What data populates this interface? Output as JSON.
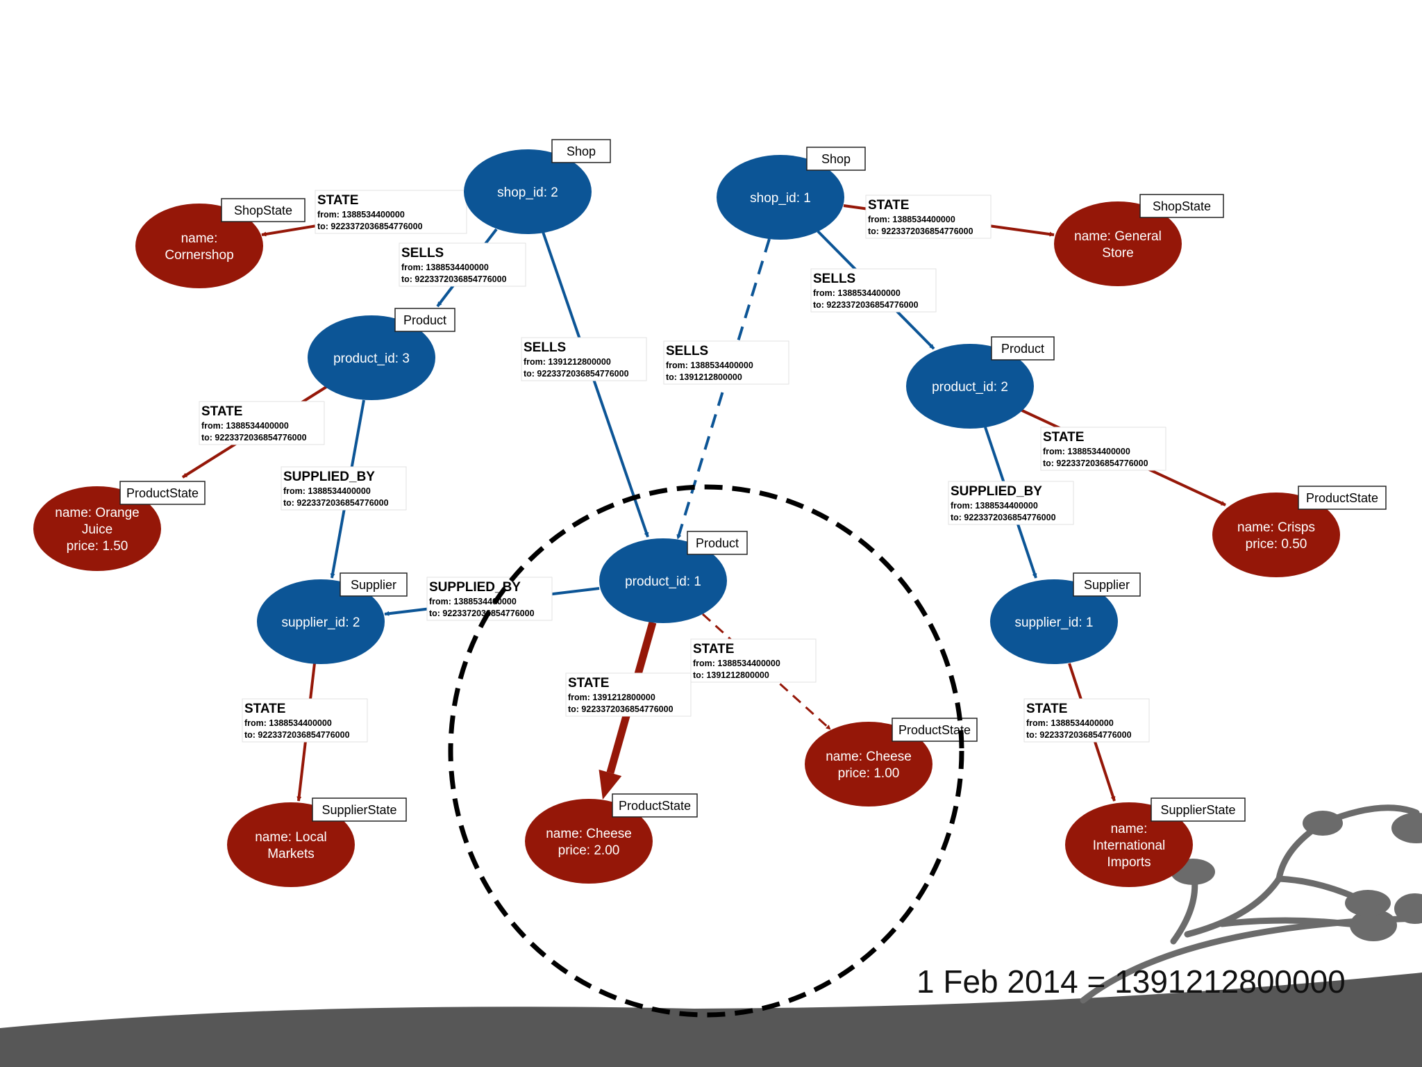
{
  "colors": {
    "blue": "#0c5596",
    "red": "#951708",
    "deco": "#6b6b6b",
    "bottom_band": "#575757",
    "circle": "#000000"
  },
  "nodes": {
    "shop2": {
      "label": "shop_id: 2",
      "tag": "Shop"
    },
    "shop1": {
      "label": "shop_id: 1",
      "tag": "Shop"
    },
    "shopstate_corner": {
      "lines": [
        "name:",
        "Cornershop"
      ],
      "tag": "ShopState"
    },
    "shopstate_general": {
      "lines": [
        "name: General",
        "Store"
      ],
      "tag": "ShopState"
    },
    "product3": {
      "label": "product_id: 3",
      "tag": "Product"
    },
    "product2": {
      "label": "product_id: 2",
      "tag": "Product"
    },
    "product1": {
      "label": "product_id: 1",
      "tag": "Product"
    },
    "pstate_oj": {
      "lines": [
        "name: Orange",
        "Juice",
        "price: 1.50"
      ],
      "tag": "ProductState"
    },
    "pstate_crisps": {
      "lines": [
        "name: Crisps",
        "price: 0.50"
      ],
      "tag": "ProductState"
    },
    "pstate_cheese2": {
      "lines": [
        "name: Cheese",
        "price: 2.00"
      ],
      "tag": "ProductState"
    },
    "pstate_cheese1": {
      "lines": [
        "name: Cheese",
        "price: 1.00"
      ],
      "tag": "ProductState"
    },
    "supplier2": {
      "label": "supplier_id: 2",
      "tag": "Supplier"
    },
    "supplier1": {
      "label": "supplier_id: 1",
      "tag": "Supplier"
    },
    "sstate_local": {
      "lines": [
        "name: Local",
        "Markets"
      ],
      "tag": "SupplierState"
    },
    "sstate_intl": {
      "lines": [
        "name:",
        "International",
        "Imports"
      ],
      "tag": "SupplierState"
    }
  },
  "relationships": {
    "r_shop2_state": {
      "type": "STATE",
      "from": "from: 1388534400000",
      "to": "to: 9223372036854776000"
    },
    "r_shop2_sells_p3": {
      "type": "SELLS",
      "from": "from: 1388534400000",
      "to": "to: 9223372036854776000"
    },
    "r_shop2_sells_p1": {
      "type": "SELLS",
      "from": "from: 1391212800000",
      "to": "to: 9223372036854776000"
    },
    "r_shop1_sells_p1": {
      "type": "SELLS",
      "from": "from: 1388534400000",
      "to": "to: 1391212800000"
    },
    "r_shop1_state": {
      "type": "STATE",
      "from": "from: 1388534400000",
      "to": "to: 9223372036854776000"
    },
    "r_shop1_sells_p2": {
      "type": "SELLS",
      "from": "from: 1388534400000",
      "to": "to: 9223372036854776000"
    },
    "r_p3_state": {
      "type": "STATE",
      "from": "from: 1388534400000",
      "to": "to: 9223372036854776000"
    },
    "r_p3_supplied": {
      "type": "SUPPLIED_BY",
      "from": "from: 1388534400000",
      "to": "to: 9223372036854776000"
    },
    "r_p1_supplied": {
      "type": "SUPPLIED_BY",
      "from": "from: 1388534400000",
      "to": "to: 9223372036854776000"
    },
    "r_p1_state_new": {
      "type": "STATE",
      "from": "from: 1391212800000",
      "to": "to: 9223372036854776000"
    },
    "r_p1_state_old": {
      "type": "STATE",
      "from": "from: 1388534400000",
      "to": "to: 1391212800000"
    },
    "r_p2_state": {
      "type": "STATE",
      "from": "from: 1388534400000",
      "to": "to: 9223372036854776000"
    },
    "r_p2_supplied": {
      "type": "SUPPLIED_BY",
      "from": "from: 1388534400000",
      "to": "to: 9223372036854776000"
    },
    "r_s2_state": {
      "type": "STATE",
      "from": "from: 1388534400000",
      "to": "to: 9223372036854776000"
    },
    "r_s1_state": {
      "type": "STATE",
      "from": "from: 1388534400000",
      "to": "to: 9223372036854776000"
    }
  },
  "footer": {
    "caption": "1 Feb 2014 = 1391212800000"
  }
}
